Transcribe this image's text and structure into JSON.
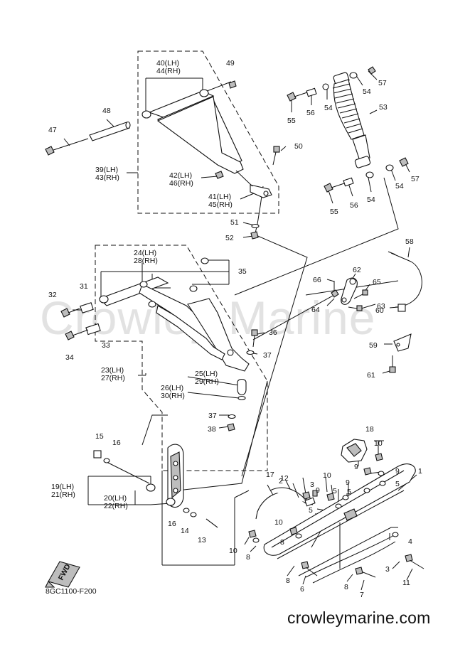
{
  "watermark": "Crowley Marine",
  "diagram_code": "8GC1100-F200",
  "website": "crowleymarine.com",
  "fwd_label": "FWD",
  "labels": {
    "p1": "1",
    "p2": "2",
    "p3": "3",
    "p4": "4",
    "p5a": "5",
    "p5b": "5",
    "p5c": "5",
    "p5d": "5",
    "p6": "6",
    "p7": "7",
    "p8a": "8",
    "p8b": "8",
    "p8c": "8",
    "p8d": "8",
    "p9a": "9",
    "p9b": "9",
    "p9c": "9",
    "p9d": "9",
    "p10a": "10",
    "p10b": "10",
    "p10c": "10",
    "p10d": "10",
    "p11": "11",
    "p12": "12",
    "p13": "13",
    "p14": "14",
    "p15": "15",
    "p16a": "16",
    "p16b": "16",
    "p17": "17",
    "p18": "18",
    "p19": "19(LH)",
    "p21": "21(RH)",
    "p20": "20(LH)",
    "p22": "22(RH)",
    "p23": "23(LH)",
    "p27": "27(RH)",
    "p24": "24(LH)",
    "p28": "28(RH)",
    "p25": "25(LH)",
    "p29": "29(RH)",
    "p26": "26(LH)",
    "p30": "30(RH)",
    "p31": "31",
    "p32": "32",
    "p33": "33",
    "p34": "34",
    "p35": "35",
    "p36": "36",
    "p37a": "37",
    "p37b": "37",
    "p38": "38",
    "p39": "39(LH)",
    "p43": "43(RH)",
    "p40": "40(LH)",
    "p44": "44(RH)",
    "p41": "41(LH)",
    "p45": "45(RH)",
    "p42": "42(LH)",
    "p46": "46(RH)",
    "p47": "47",
    "p48": "48",
    "p49": "49",
    "p50": "50",
    "p51": "51",
    "p52": "52",
    "p53": "53",
    "p54a": "54",
    "p54b": "54",
    "p54c": "54",
    "p54d": "54",
    "p55a": "55",
    "p55b": "55",
    "p56a": "56",
    "p56b": "56",
    "p57a": "57",
    "p57b": "57",
    "p58": "58",
    "p59": "59",
    "p60": "60",
    "p61": "61",
    "p62": "62",
    "p63": "63",
    "p64": "64",
    "p65": "65",
    "p66": "66"
  }
}
